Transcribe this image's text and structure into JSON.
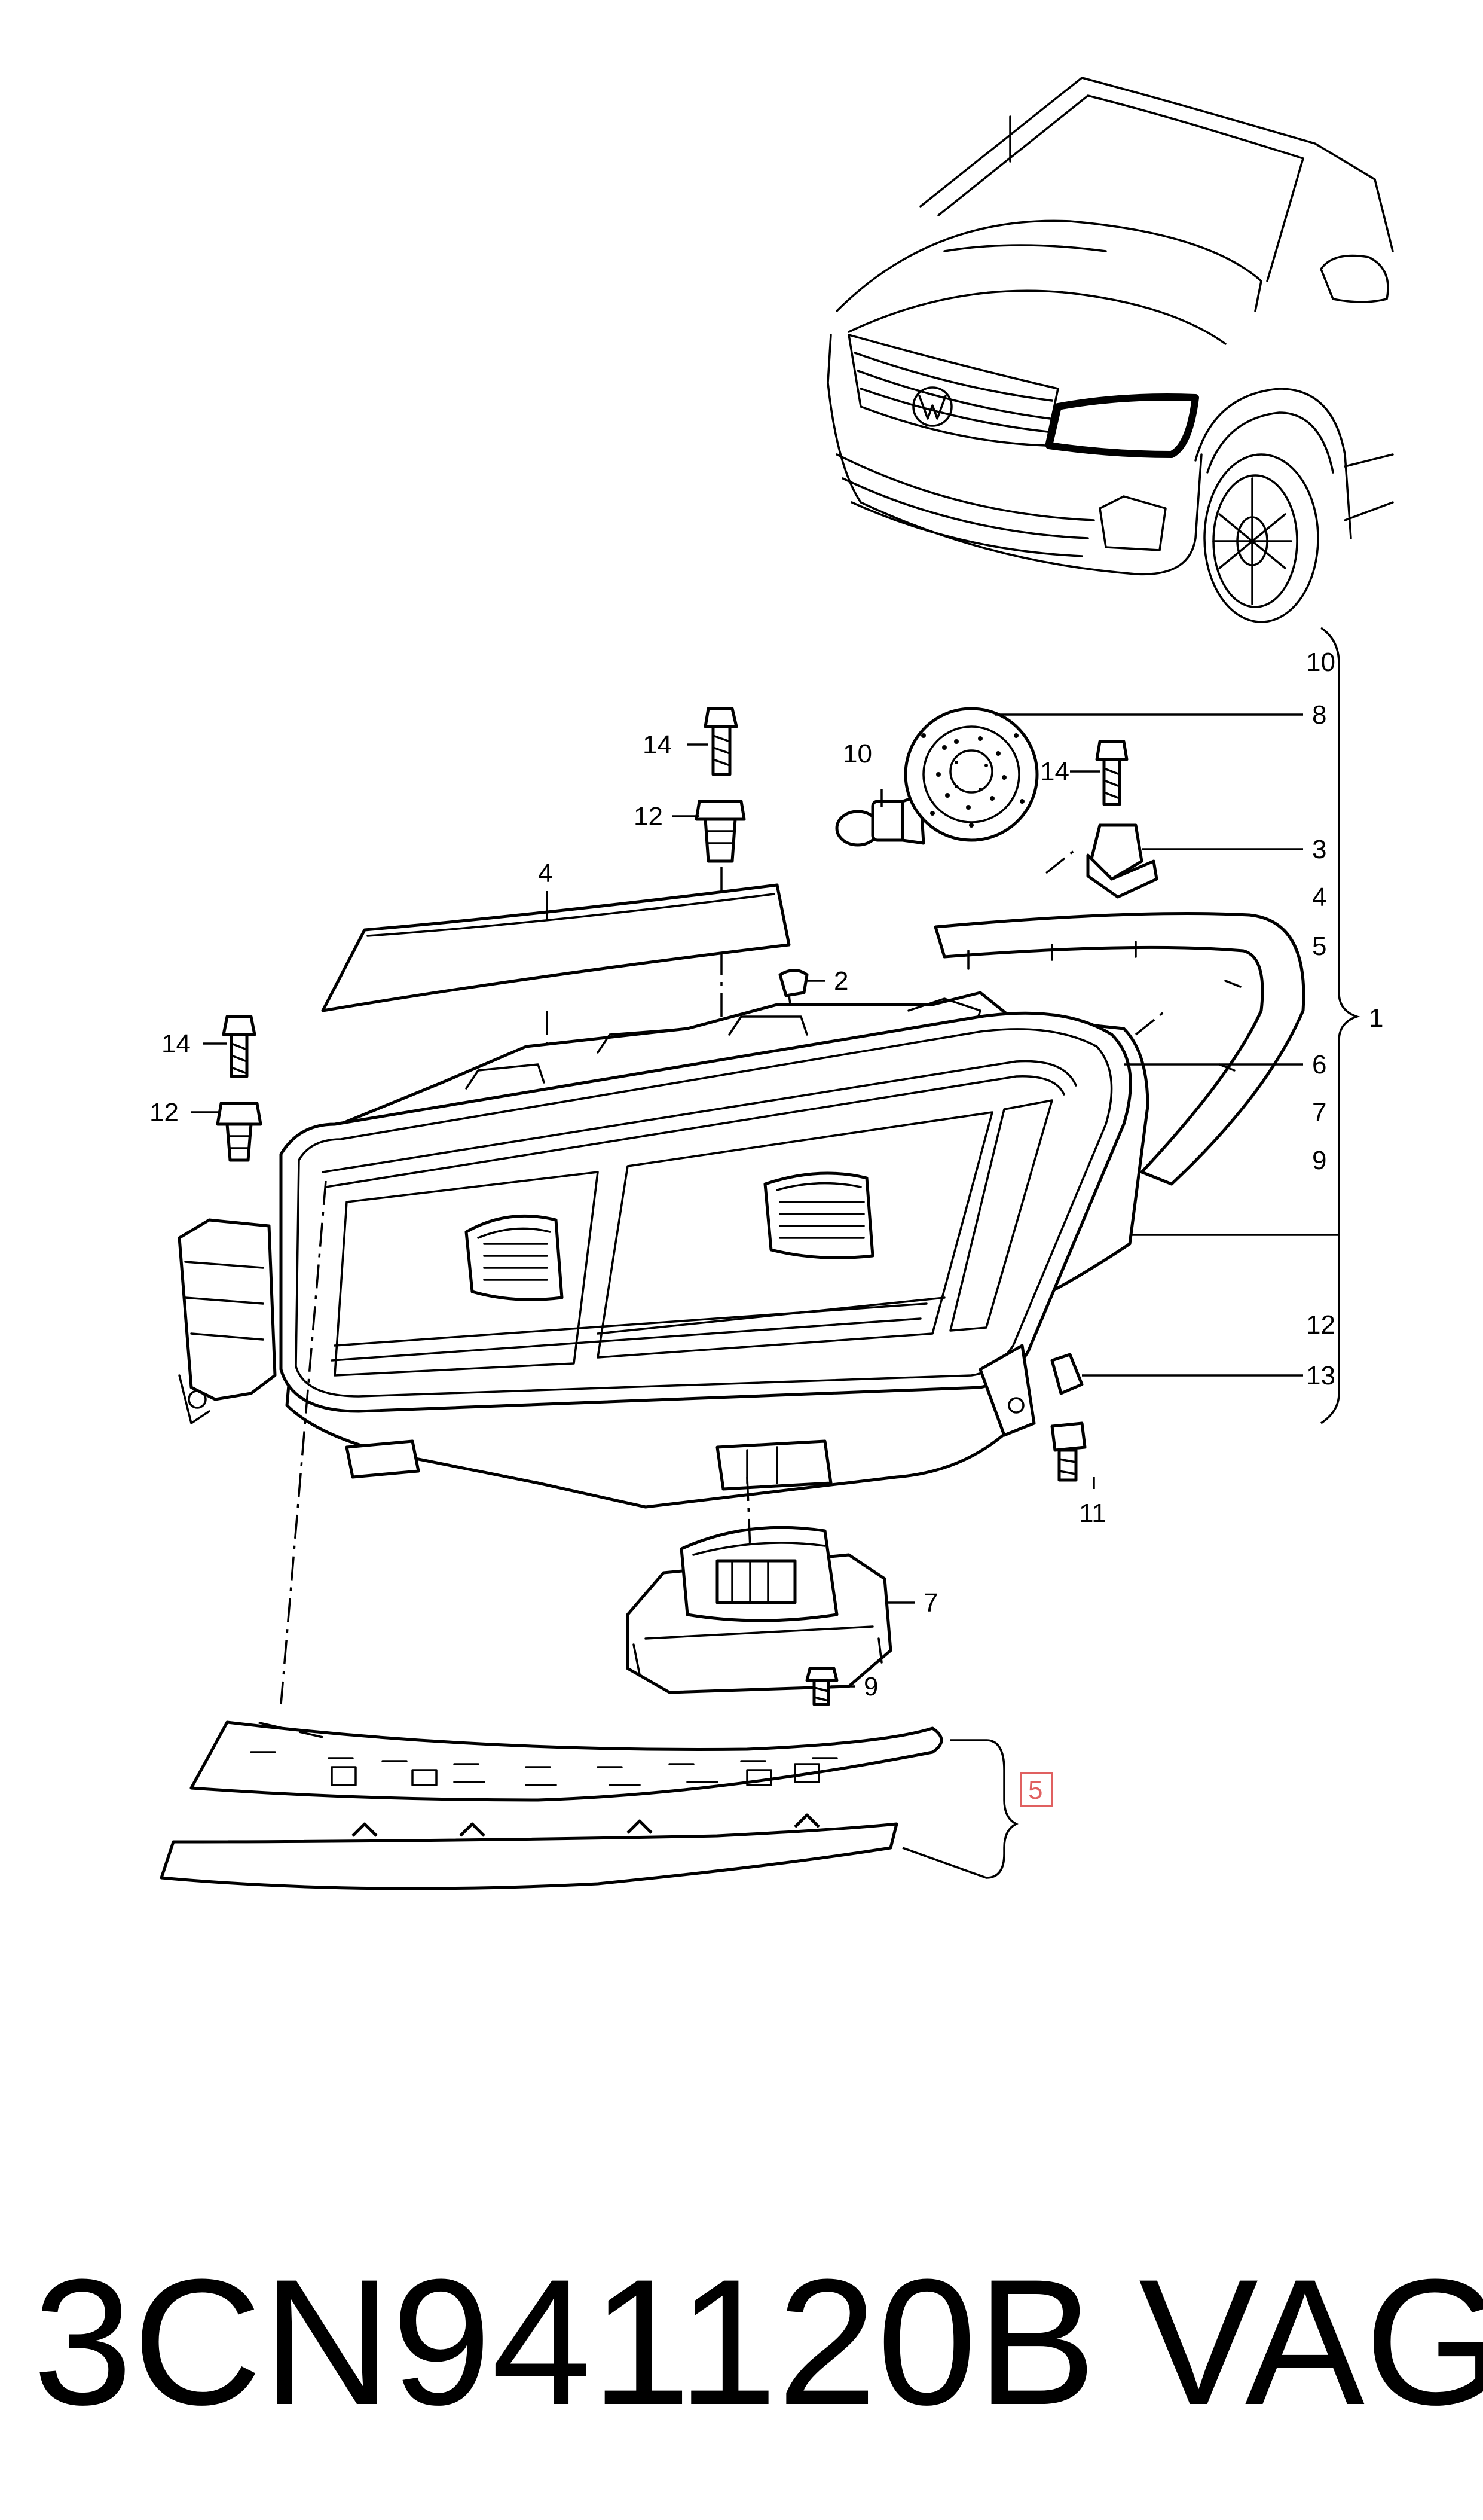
{
  "callouts": [
    {
      "id": "c1",
      "text": "1"
    },
    {
      "id": "c2",
      "text": "2"
    },
    {
      "id": "c3",
      "text": "3"
    },
    {
      "id": "c4-top",
      "text": "4"
    },
    {
      "id": "c4-right",
      "text": "4"
    },
    {
      "id": "c5-right",
      "text": "5"
    },
    {
      "id": "c5-boxed",
      "text": "5"
    },
    {
      "id": "c6",
      "text": "6"
    },
    {
      "id": "c7-right",
      "text": "7"
    },
    {
      "id": "c7",
      "text": "7"
    },
    {
      "id": "c8",
      "text": "8"
    },
    {
      "id": "c9-right",
      "text": "9"
    },
    {
      "id": "c9",
      "text": "9"
    },
    {
      "id": "c10-right",
      "text": "10"
    },
    {
      "id": "c10",
      "text": "10"
    },
    {
      "id": "c11",
      "text": "11"
    },
    {
      "id": "c12-right",
      "text": "12"
    },
    {
      "id": "c12-top",
      "text": "12"
    },
    {
      "id": "c12-left",
      "text": "12"
    },
    {
      "id": "c13",
      "text": "13"
    },
    {
      "id": "c14-top",
      "text": "14"
    },
    {
      "id": "c14-mid",
      "text": "14"
    },
    {
      "id": "c14-left",
      "text": "14"
    }
  ],
  "footer": {
    "part_number": "3CN941120B",
    "brand": "VAG"
  },
  "colors": {
    "line": "#000000",
    "background": "#ffffff",
    "highlight_box": "#e06060"
  }
}
